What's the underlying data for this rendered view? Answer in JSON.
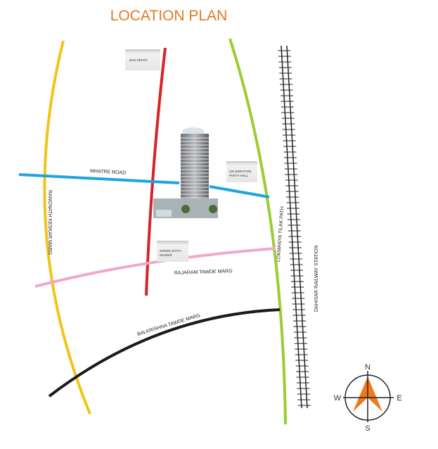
{
  "title": "LOCATION PLAN",
  "roads": {
    "mhatre": "MHATRE ROAD",
    "rangnath": "RANGNATH KESKAR MARG",
    "lokmanya": "LOKMANYA TILAK PATH",
    "railway": "DAHISAR RAILWAY STATION",
    "rajaram": "RAJARAM TAWDE MARG",
    "balkrishna": "BALKRISHNA TAWDE MARG"
  },
  "landmarks": {
    "bus_depot": "BUS DEPOT",
    "celebration_1": "CELEBRATION",
    "celebration_2": "PARTY HALL",
    "shree_1": "SHREE DATTA",
    "shree_2": "MANDIR"
  },
  "compass": {
    "n": "N",
    "s": "S",
    "e": "E",
    "w": "W"
  },
  "colors": {
    "title": "#e07b20",
    "rangnath_road": "#f2c318",
    "red_road": "#d8222a",
    "lokmanya_road": "#9acd32",
    "mhatre_road": "#1ea5df",
    "rajaram_road": "#efa8cc",
    "balkrishna_road": "#1a1a1a",
    "compass_arrow": "#ee7a1e"
  }
}
